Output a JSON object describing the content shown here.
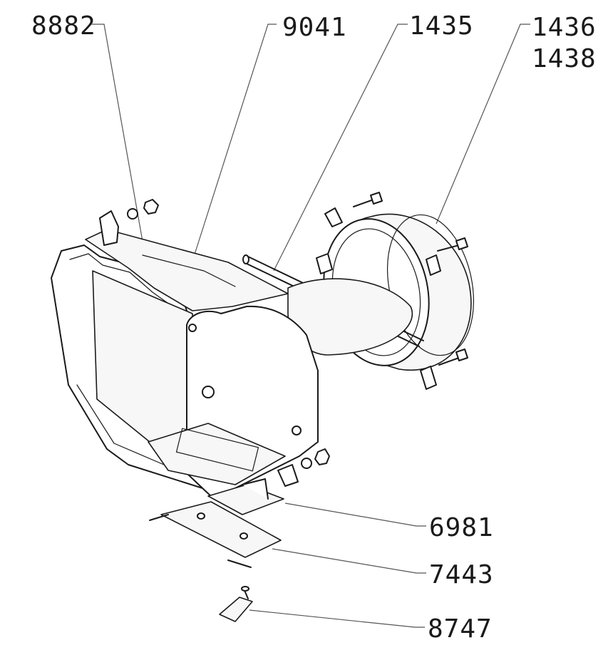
{
  "callouts": [
    {
      "id": "c8882",
      "label": "8882"
    },
    {
      "id": "c9041",
      "label": "9041"
    },
    {
      "id": "c1435",
      "label": "1435"
    },
    {
      "id": "c1436",
      "label": "1436"
    },
    {
      "id": "c1438",
      "label": "1438"
    },
    {
      "id": "c6981",
      "label": "6981"
    },
    {
      "id": "c7443",
      "label": "7443"
    },
    {
      "id": "c8747",
      "label": "8747"
    }
  ],
  "colors": {
    "line": "#1a1a1a",
    "leader": "#555555",
    "background": "#ffffff"
  }
}
